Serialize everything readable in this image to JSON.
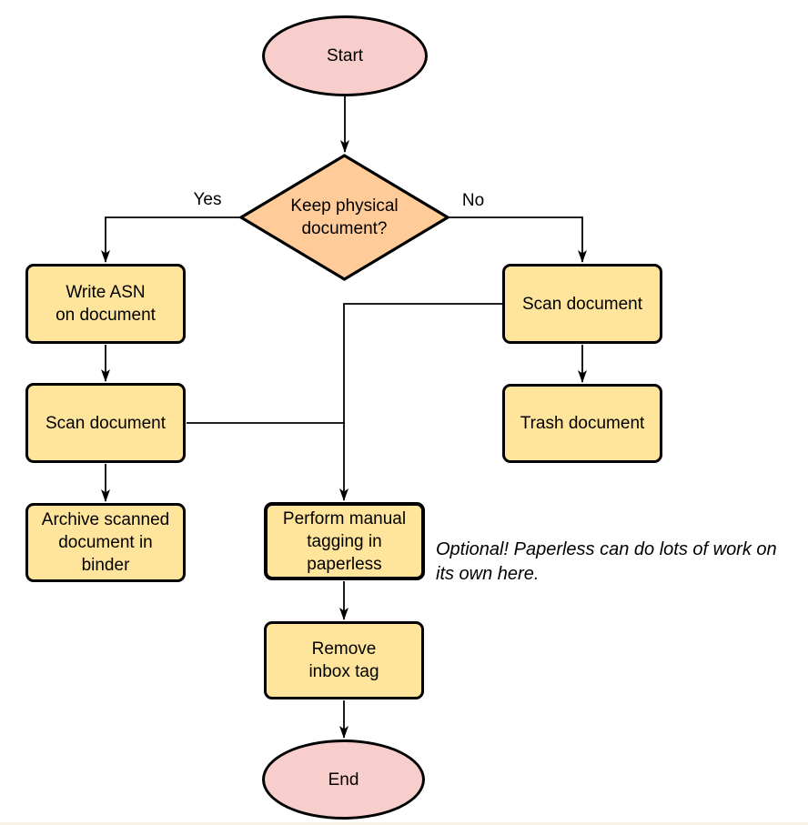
{
  "diagram": {
    "type": "flowchart",
    "nodes": {
      "start": {
        "label": "Start",
        "shape": "ellipse"
      },
      "decision": {
        "label": "Keep physical\ndocument?",
        "shape": "diamond"
      },
      "write_asn": {
        "label": "Write ASN\non document",
        "shape": "rect"
      },
      "scan_left": {
        "label": "Scan document",
        "shape": "rect"
      },
      "archive": {
        "label": "Archive scanned\ndocument in\nbinder",
        "shape": "rect"
      },
      "scan_right": {
        "label": "Scan document",
        "shape": "rect"
      },
      "trash": {
        "label": "Trash document",
        "shape": "rect"
      },
      "tagging": {
        "label": "Perform manual\ntagging in\npaperless",
        "shape": "rect"
      },
      "remove_inbox": {
        "label": "Remove\ninbox tag",
        "shape": "rect"
      },
      "end": {
        "label": "End",
        "shape": "ellipse"
      }
    },
    "edges": [
      {
        "from": "start",
        "to": "decision",
        "label": ""
      },
      {
        "from": "decision",
        "to": "write_asn",
        "label": "Yes"
      },
      {
        "from": "decision",
        "to": "scan_right",
        "label": "No"
      },
      {
        "from": "write_asn",
        "to": "scan_left",
        "label": ""
      },
      {
        "from": "scan_left",
        "to": "archive",
        "label": ""
      },
      {
        "from": "scan_right",
        "to": "trash",
        "label": ""
      },
      {
        "from": "scan_left",
        "to": "tagging",
        "label": ""
      },
      {
        "from": "scan_right",
        "to": "tagging",
        "label": ""
      },
      {
        "from": "tagging",
        "to": "remove_inbox",
        "label": ""
      },
      {
        "from": "remove_inbox",
        "to": "end",
        "label": ""
      }
    ],
    "annotation": "Optional! Paperless can do lots of work on\nits own here.",
    "colors": {
      "terminal_fill": "#f8cecc",
      "decision_fill": "#ffcc99",
      "process_fill": "#ffe59b",
      "stroke": "#000000",
      "background": "#ffffff"
    }
  }
}
